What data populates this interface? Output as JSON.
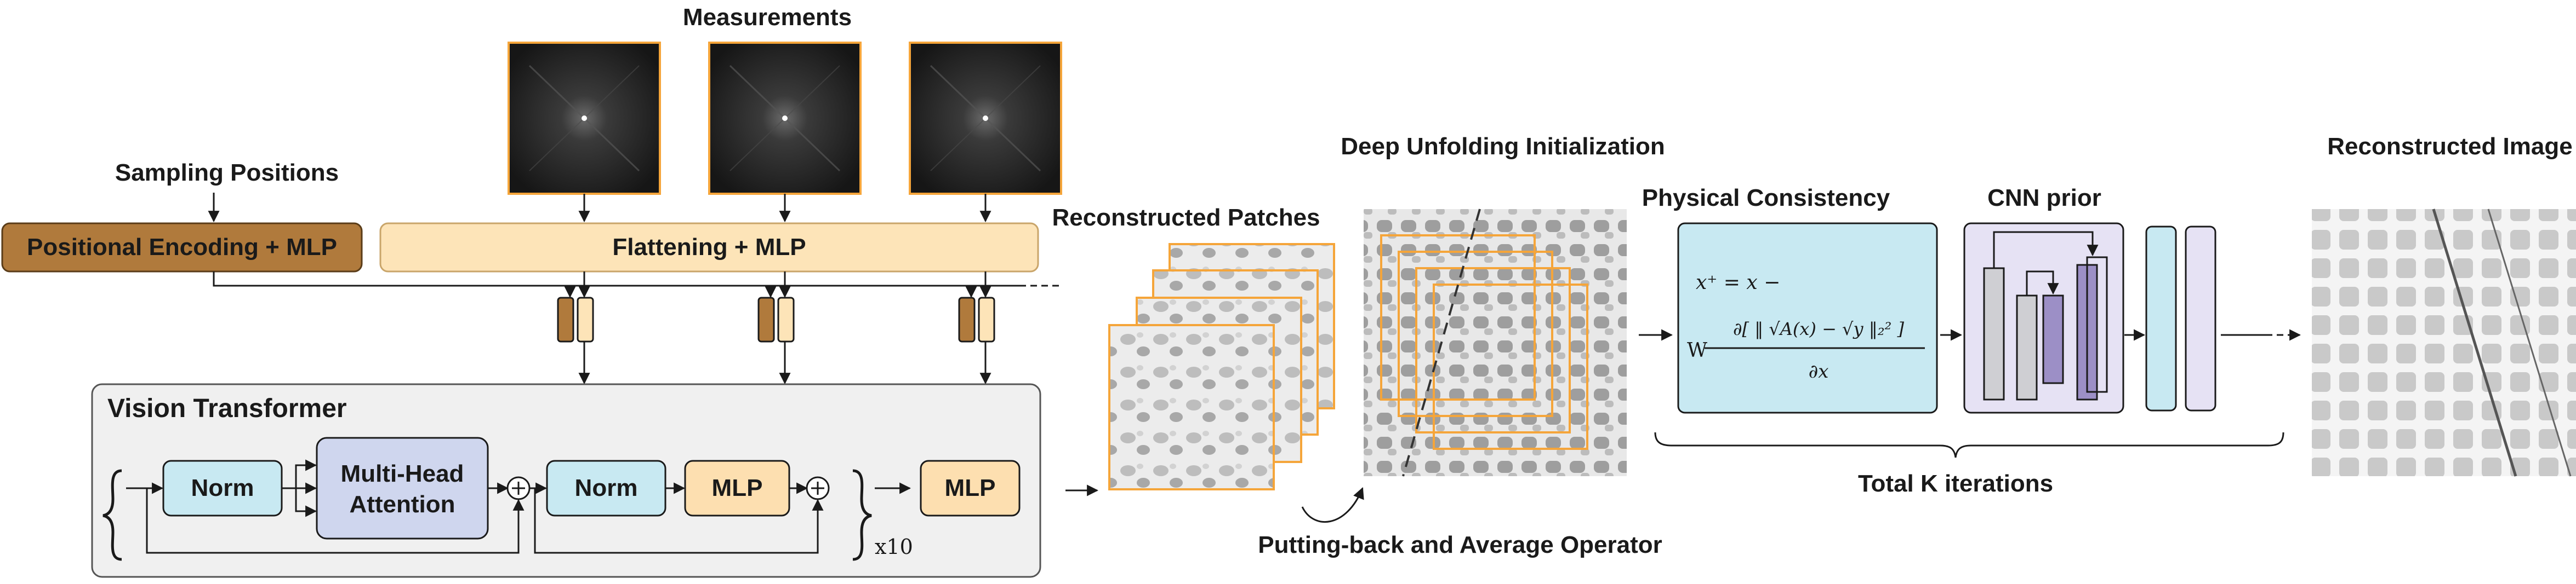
{
  "colors": {
    "pos_enc": "#b07a3c",
    "flatten": "#fde4b8",
    "norm": "#c8e9f2",
    "attention": "#cfd6ee",
    "mlp": "#fddfb0",
    "vit_bg": "#f0f0f0",
    "physics": "#c8e9f2",
    "cnn_bg": "#e6e2f4",
    "cnn_dark": "#9c8fc6",
    "cnn_grey": "#cfcfd3",
    "patch_border": "#f5a53a"
  },
  "labels": {
    "measurements": "Measurements",
    "sampling_positions": "Sampling Positions",
    "pos_encoding": "Positional Encoding + MLP",
    "flattening": "Flattening + MLP",
    "vit_title": "Vision Transformer",
    "norm1": "Norm",
    "attention_line1": "Multi-Head",
    "attention_line2": "Attention",
    "norm2": "Norm",
    "mlp1": "MLP",
    "mlp_out": "MLP",
    "repeat": "x10",
    "reconstructed_patches": "Reconstructed Patches",
    "deep_unfolding": "Deep Unfolding Initialization",
    "putting_back": "Putting-back and Average Operator",
    "physical_consistency": "Physical Consistency",
    "cnn_prior": "CNN prior",
    "reconstructed_image": "Reconstructed Image",
    "total_k": "Total K iterations"
  },
  "equation": {
    "line1": "x⁺ = x −",
    "prefix": "W",
    "numerator": "∂[ ‖ √A(x) − √y ‖₂² ]",
    "denominator": "∂x"
  },
  "icons": [
    "arrow-icon",
    "plus-circle-icon",
    "curved-arrow-icon",
    "left-brace-icon",
    "right-brace-icon"
  ]
}
